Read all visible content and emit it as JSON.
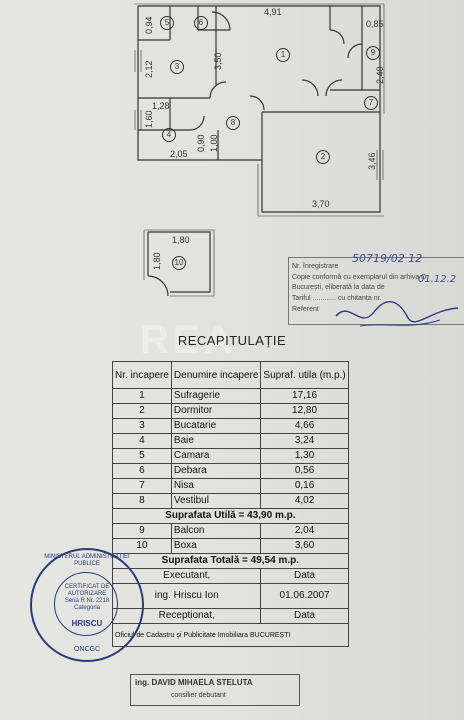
{
  "plan": {
    "dimensions": [
      "0,94",
      "4,91",
      "0,85",
      "2,12",
      "3,50",
      "2,40",
      "1,28",
      "1,60",
      "0,90",
      "1,00",
      "2,05",
      "3,46",
      "3,70",
      "1,80",
      "1,80"
    ],
    "room_numbers": [
      "1",
      "2",
      "3",
      "4",
      "5",
      "6",
      "7",
      "8",
      "9",
      "10"
    ]
  },
  "registration_stamp": {
    "line1": "Nr. înregistrare",
    "line1_hand": "50719/02  12",
    "line2": "Copie conformă cu exemplarul din arhiva O",
    "line3": "București, eliberată la data de",
    "line3_hand": "01.12.2",
    "line4": "Tariful ............ cu chitanța nr.",
    "line5": "Referent"
  },
  "watermark": "REA",
  "recap": {
    "title": "RECAPITULAȚIE",
    "headers": {
      "nr": "Nr. incapere",
      "name": "Denumire incapere",
      "area": "Supraf. utila (m.p.)"
    },
    "rooms": [
      {
        "nr": "1",
        "name": "Sufragerie",
        "area": "17,16"
      },
      {
        "nr": "2",
        "name": "Dormitor",
        "area": "12,80"
      },
      {
        "nr": "3",
        "name": "Bucatarie",
        "area": "4,66"
      },
      {
        "nr": "4",
        "name": "Baie",
        "area": "3,24"
      },
      {
        "nr": "5",
        "name": "Camara",
        "area": "1,30"
      },
      {
        "nr": "6",
        "name": "Debara",
        "area": "0,56"
      },
      {
        "nr": "7",
        "name": "Nisa",
        "area": "0,16"
      },
      {
        "nr": "8",
        "name": "Vestibul",
        "area": "4,02"
      }
    ],
    "useful_total": "Suprafata Utilă = 43,90 m.p.",
    "extras": [
      {
        "nr": "9",
        "name": "Balcon",
        "area": "2,04"
      },
      {
        "nr": "10",
        "name": "Boxa",
        "area": "3,60"
      }
    ],
    "grand_total": "Suprafata Totală = 49,54 m.p.",
    "executant_label": "Executant,",
    "date_label": "Data",
    "executant_name": "ing. Hriscu Ion",
    "date_value": "01.06.2007",
    "receptionat_label": "Receptionat,",
    "date_label2": "Data",
    "office": "Oficiul de Cadastru și Publicitate Imobiliara BUCUREȘTI",
    "inspector": "ing. DAVID MIHAELA STELUTA",
    "inspector_role": "consilier debutant"
  },
  "seal": {
    "outer_text": "MINISTERUL ADMINISTRAȚIEI PUBLICE",
    "center_text": "CERTIFICAT DE AUTORIZARE Seria R Nr. 2218 Categoria",
    "name": "HRISCU",
    "bottom_text": "ONCGC"
  }
}
